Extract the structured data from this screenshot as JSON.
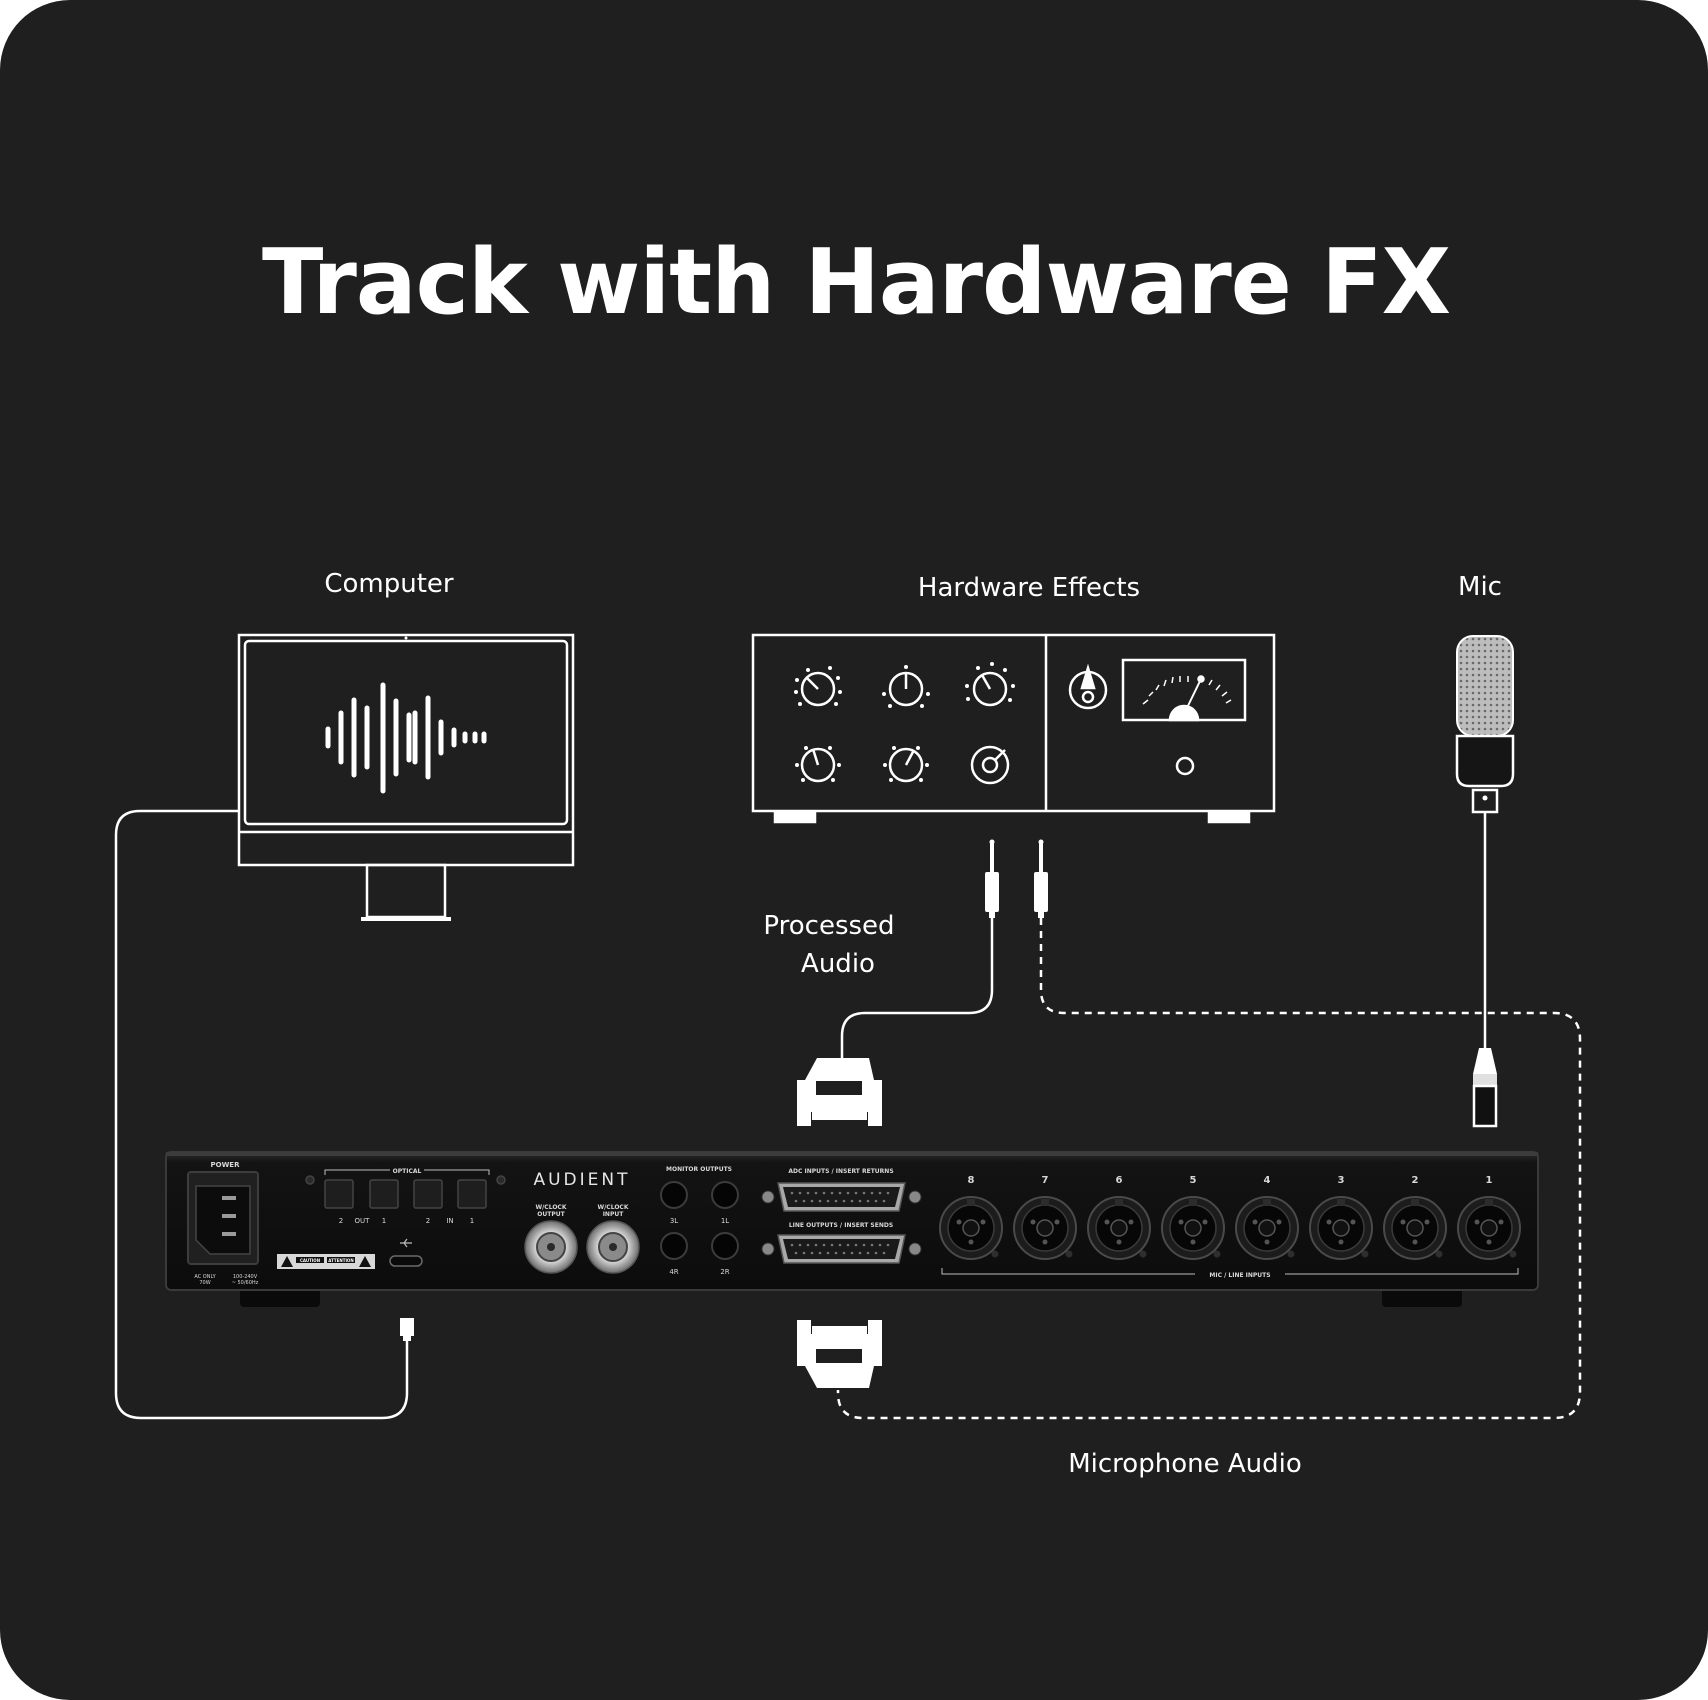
{
  "title": "Track with Hardware FX",
  "labels": {
    "computer": "Computer",
    "hardware_effects": "Hardware Effects",
    "mic": "Mic",
    "processed_audio_line1": "Processed",
    "processed_audio_line2": "Audio",
    "microphone_audio": "Microphone Audio"
  },
  "interface": {
    "brand": "AUDIENT",
    "power": "POWER",
    "optical": "OPTICAL",
    "optical_ports": [
      "2",
      "OUT",
      "1",
      "2",
      "IN",
      "1"
    ],
    "wclock_output_1": "W/CLOCK",
    "wclock_output_2": "OUTPUT",
    "wclock_input_1": "W/CLOCK",
    "wclock_input_2": "INPUT",
    "monitor_outputs": "MONITOR OUTPUTS",
    "monitor_ports": [
      "3L",
      "1L",
      "4R",
      "2R"
    ],
    "adc_inputs": "ADC INPUTS  /  INSERT RETURNS",
    "line_outputs": "LINE OUTPUTS  /  INSERT SENDS",
    "channels": [
      "8",
      "7",
      "6",
      "5",
      "4",
      "3",
      "2",
      "1"
    ],
    "mic_line_inputs": "MIC / LINE INPUTS",
    "ac_only": "AC ONLY",
    "watt": "70W",
    "voltage": "100-240V",
    "frequency": "~ 50/60Hz",
    "caution": "CAUTION",
    "attention": "ATTENTION"
  },
  "colors": {
    "background": "#1f1f1f",
    "line": "#ffffff",
    "panel": "#111111"
  }
}
